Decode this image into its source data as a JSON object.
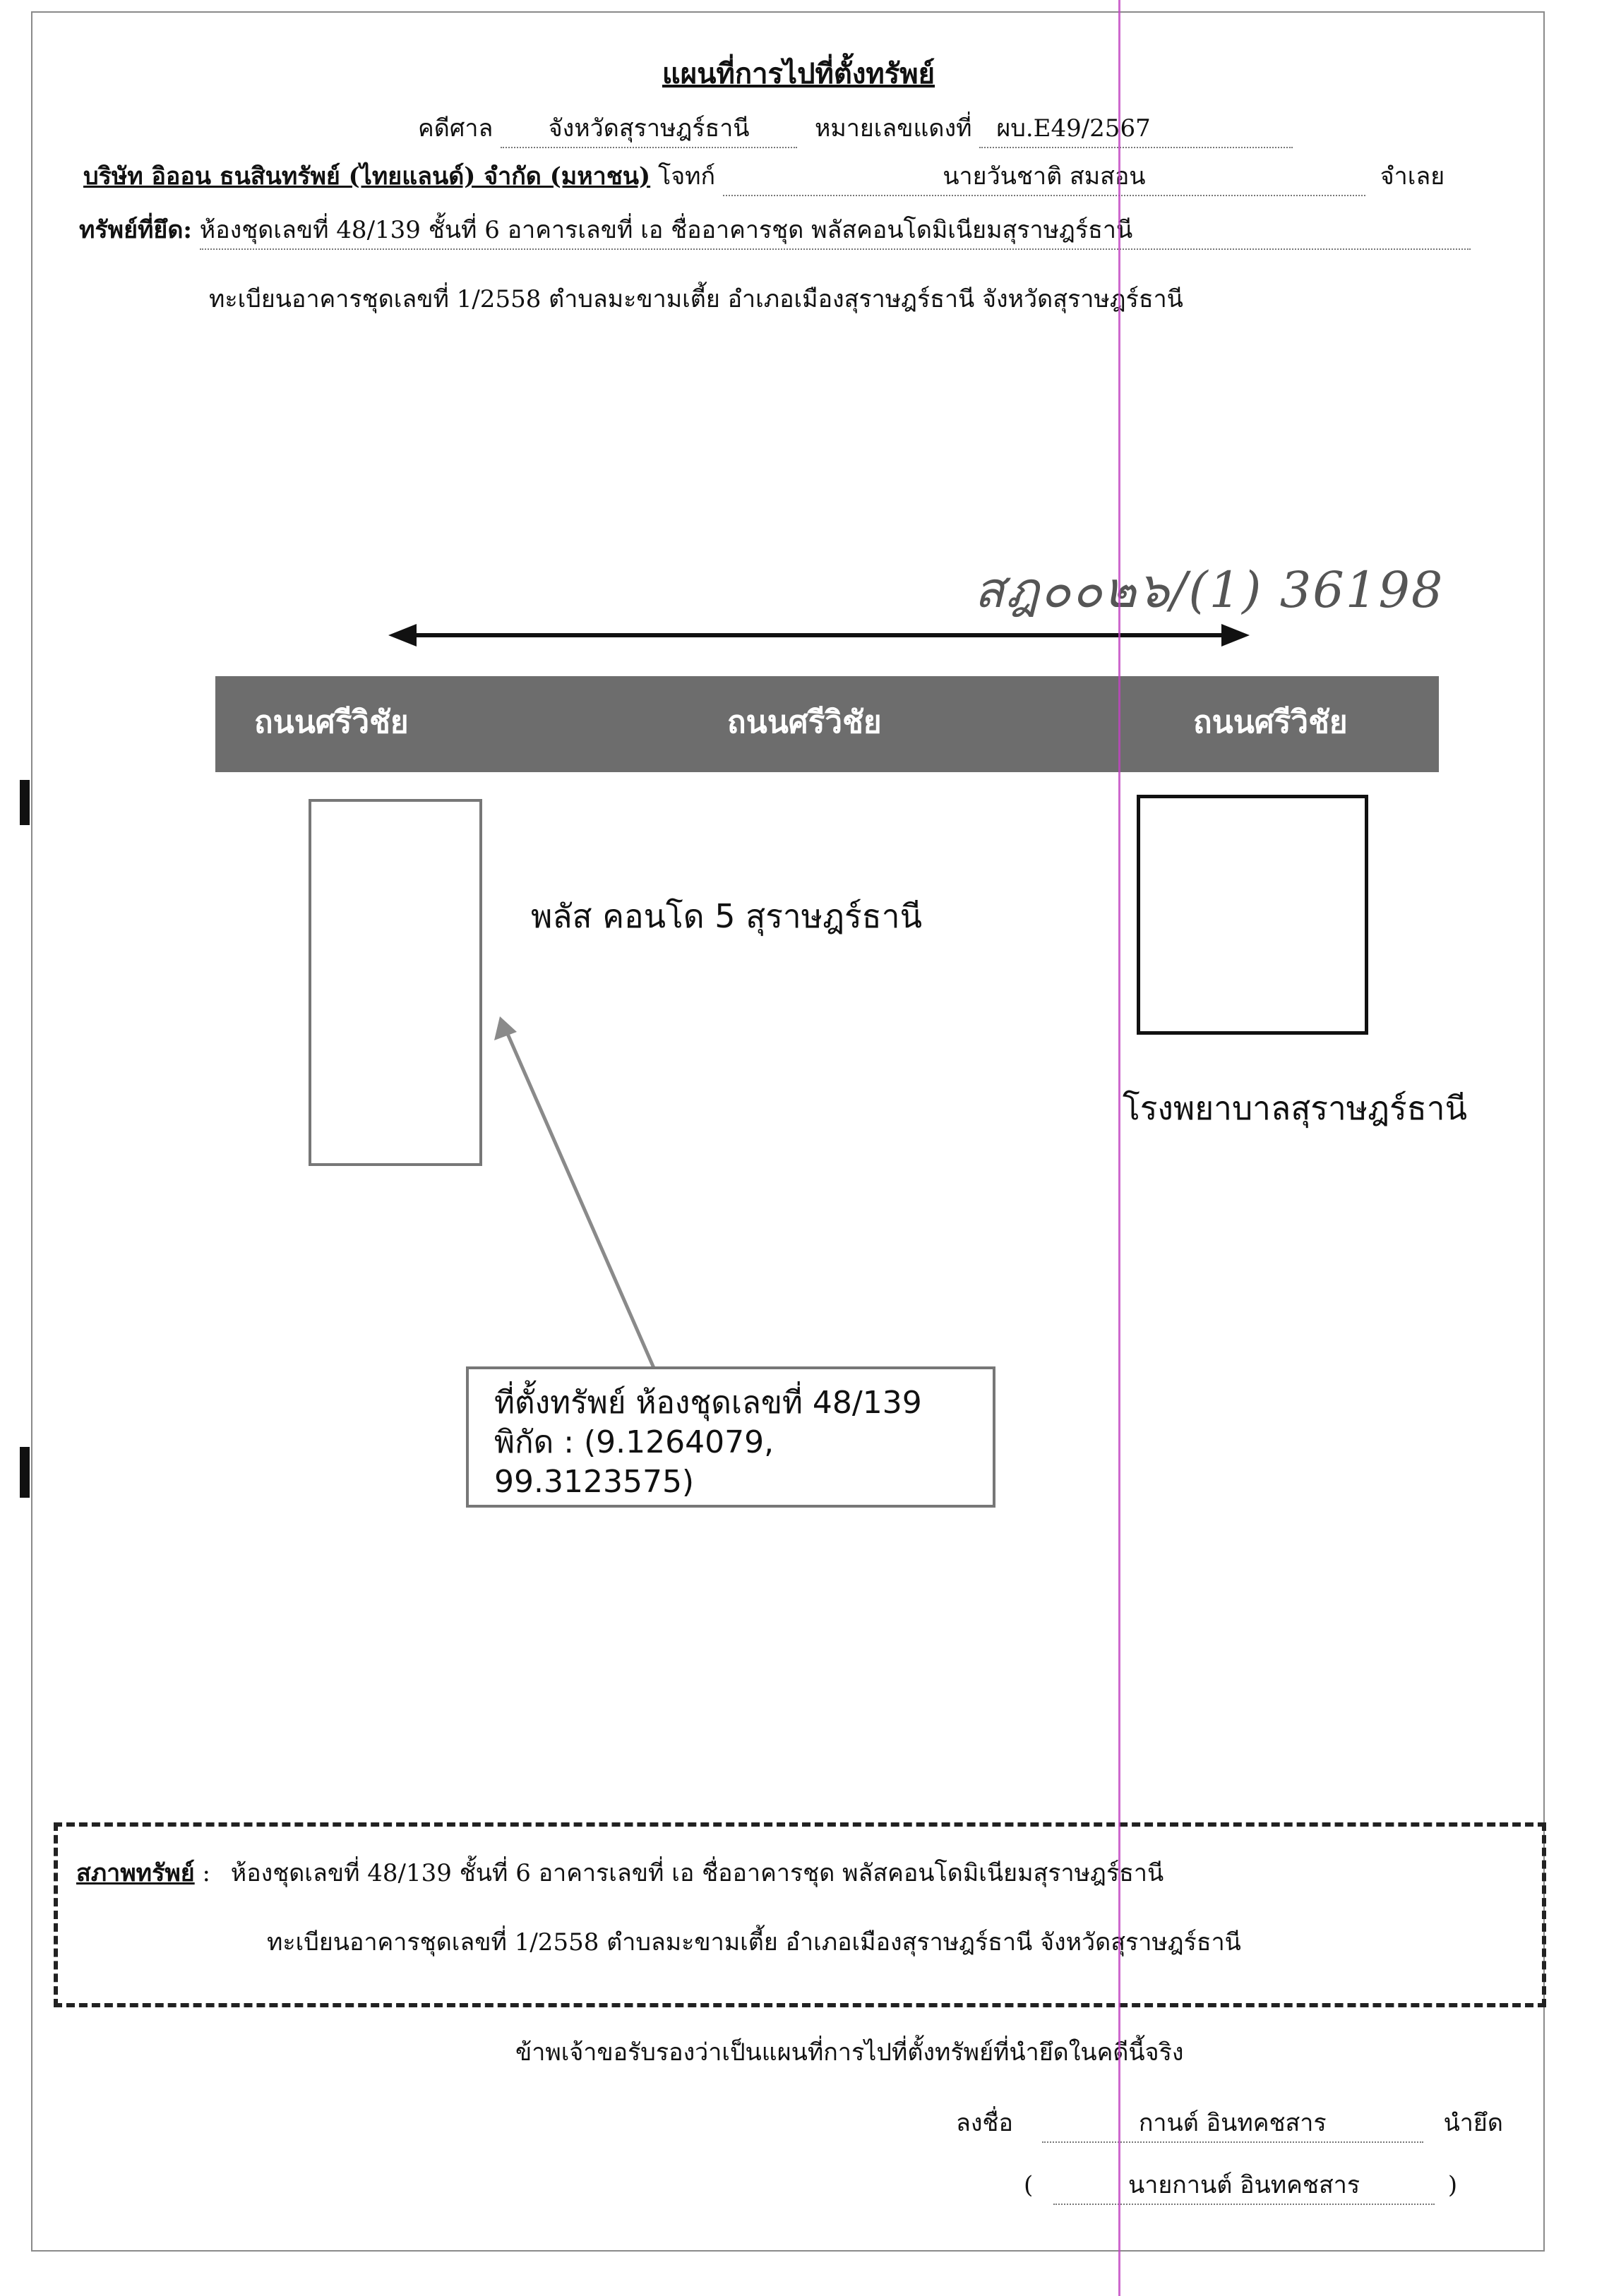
{
  "header": {
    "title": "แผนที่การไปที่ตั้งทรัพย์",
    "court_label": "คดีศาล",
    "court_value": "จังหวัดสุราษฎร์ธานี",
    "case_label": "หมายเลขแดงที่",
    "case_value": "ผบ.E49/2567",
    "plaintiff_value": "บริษัท อิออน ธนสินทรัพย์ (ไทยแลนด์) จำกัด (มหาชน)",
    "plaintiff_label": "โจทก์",
    "defendant_value": "นายวันชาติ สมสอน",
    "defendant_label": "จำเลย",
    "seized_label": "ทรัพย์ที่ยึด:",
    "seized_value": "ห้องชุดเลขที่ 48/139 ชั้นที่ 6 อาคารเลขที่ เอ ชื่ออาคารชุด พลัสคอนโดมิเนียมสุราษฎร์ธานี",
    "registration_line": "ทะเบียนอาคารชุดเลขที่ 1/2558 ตำบลมะขามเตี้ย  อำเภอเมืองสุราษฎร์ธานี จังหวัดสุราษฎร์ธานี"
  },
  "map": {
    "handwritten_note": "สฎ๐๐๒๖/(1) 36198",
    "road_labels": [
      "ถนนศรีวิชัย",
      "ถนนศรีวิชัย",
      "ถนนศรีวิชัย"
    ],
    "condo_label": "พลัส คอนโด 5 สุราษฎร์ธานี",
    "hospital_label": "โรงพยาบาลสุราษฎร์ธานี",
    "location_line1": "ที่ตั้งทรัพย์ ห้องชุดเลขที่ 48/139",
    "location_line2": "พิกัด : (9.1264079, 99.3123575)"
  },
  "status": {
    "label": "สภาพทรัพย์",
    "colon": ":",
    "line1": "ห้องชุดเลขที่ 48/139 ชั้นที่ 6 อาคารเลขที่ เอ ชื่ออาคารชุด พลัสคอนโดมิเนียมสุราษฎร์ธานี",
    "line2": "ทะเบียนอาคารชุดเลขที่ 1/2558 ตำบลมะขามเตี้ย  อำเภอเมืองสุราษฎร์ธานี จังหวัดสุราษฎร์ธานี"
  },
  "footer": {
    "certify": "ข้าพเจ้าขอรับรองว่าเป็นแผนที่การไปที่ตั้งทรัพย์ที่นำยึดในคดีนี้จริง",
    "sign_label": "ลงชื่อ",
    "sign_value": "กานต์ อินทคชสาร",
    "role": "นำยึด",
    "paren_open": "(",
    "name_value": "นายกานต์ อินทคชสาร",
    "paren_close": ")"
  }
}
